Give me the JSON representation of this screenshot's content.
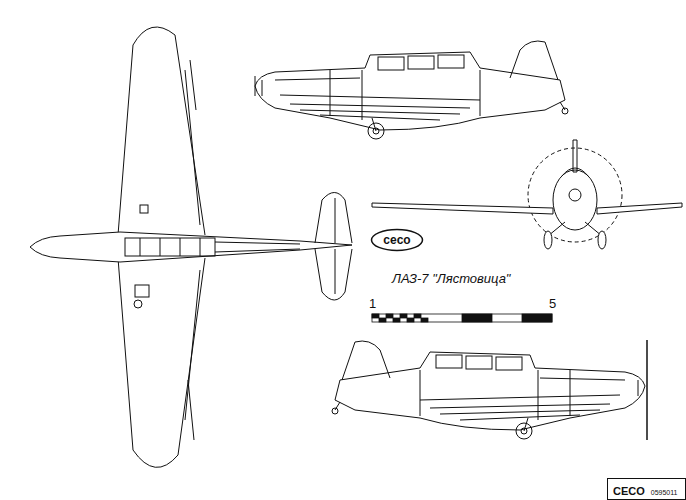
{
  "diagram": {
    "title": "ЛАЗ-7 \"Лястовица\"",
    "nodes": [
      {
        "text": [
          "ceco"
        ]
      },
      {
        "text": [
          "CECO",
          "0595011"
        ]
      }
    ],
    "labels": [
      "1",
      "5"
    ]
  }
}
